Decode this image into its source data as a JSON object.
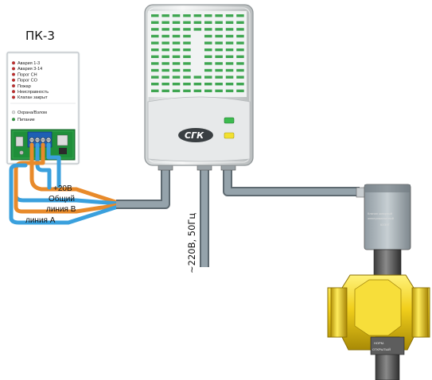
{
  "controller": {
    "title": "ПК-3",
    "indicators": [
      {
        "label": "Авария 1-3",
        "color": "#c62828"
      },
      {
        "label": "Авария 3-14",
        "color": "#c62828"
      },
      {
        "label": "Порог CH",
        "color": "#c62828"
      },
      {
        "label": "Порог CO",
        "color": "#c62828"
      },
      {
        "label": "Пожар",
        "color": "#c62828"
      },
      {
        "label": "Неисправность",
        "color": "#c62828"
      },
      {
        "label": "Клапан закрыт",
        "color": "#c62828"
      }
    ],
    "bottom_items": [
      {
        "label": "Охрана/Взлом",
        "color": "#e0e0e0"
      },
      {
        "label": "Питание",
        "color": "#2e9e3e"
      }
    ]
  },
  "wires": {
    "plus20": "+20В",
    "common": "Общий",
    "line_b": "линия В",
    "line_a": "линия А"
  },
  "power": {
    "label": "~220В, 50Гц"
  },
  "detector": {
    "brand": "СГК"
  },
  "valve": {
    "label_line1": "Клапан запорный",
    "label_line2": "электромагнитный",
    "label_line3": "КЗЭУГ",
    "body_text_1": "НОРМ.",
    "body_text_2": "ОТКРЫТЫЙ"
  },
  "colors": {
    "wire_orange": "#e88a2a",
    "wire_blue": "#3aa0dd",
    "cable_gray": "#7b8a94",
    "brass": "#f0d22a",
    "pcb_green": "#1f8f3a",
    "detector_green": "#3dbb4f",
    "detector_yellow": "#f2e030"
  }
}
